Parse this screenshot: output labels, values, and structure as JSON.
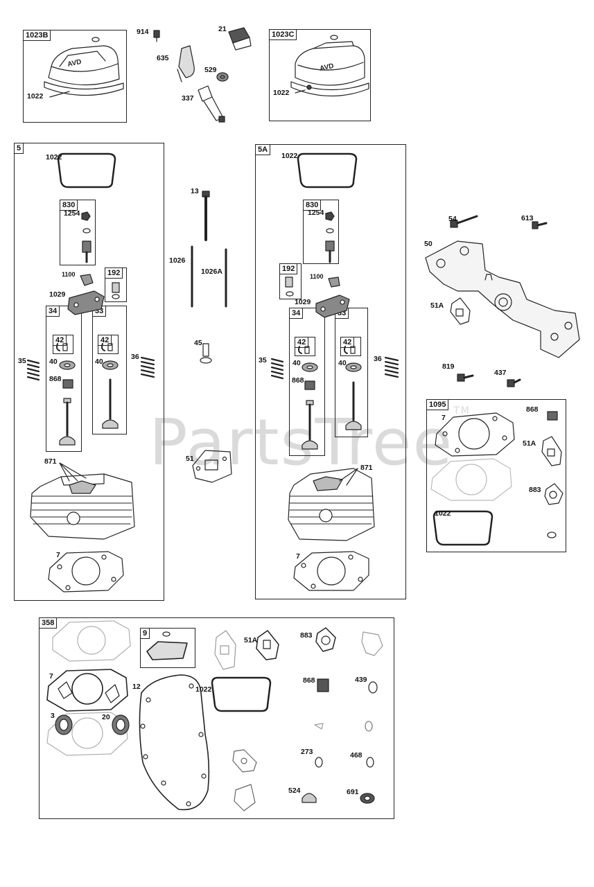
{
  "watermark": {
    "text": "PartsTree",
    "tm": "TM"
  },
  "boxes": {
    "b1023B": "1023B",
    "b1023C": "1023C",
    "b5": "5",
    "b5A": "5A",
    "b830a": "830",
    "b192a": "192",
    "b34a": "34",
    "b33a": "33",
    "b42a": "42",
    "b42b": "42",
    "b830b": "830",
    "b192b": "192",
    "b34b": "34",
    "b33b": "33",
    "b42c": "42",
    "b42d": "42",
    "b1095": "1095",
    "b358": "358",
    "b9": "9"
  },
  "labels": {
    "l914": "914",
    "l21": "21",
    "l635": "635",
    "l529": "529",
    "l337": "337",
    "l1022a": "1022",
    "l1022b": "1022",
    "l1022c": "1022",
    "l1254a": "1254",
    "l1100a": "1100",
    "l1029a": "1029",
    "l35a": "35",
    "l40a": "40",
    "l40b": "40",
    "l868a": "868",
    "l36a": "36",
    "l871a": "871",
    "l7a": "7",
    "l13": "13",
    "l1026": "1026",
    "l1026A": "1026A",
    "l45": "45",
    "l51": "51",
    "l1022d": "1022",
    "l1254b": "1254",
    "l1100b": "1100",
    "l1029b": "1029",
    "l35b": "35",
    "l40c": "40",
    "l40d": "40",
    "l868b": "868",
    "l36b": "36",
    "l871b": "871",
    "l7b": "7",
    "l54": "54",
    "l613": "613",
    "l50": "50",
    "l51Aa": "51A",
    "l819": "819",
    "l437": "437",
    "l7c": "7",
    "l868c": "868",
    "l51Ab": "51A",
    "l883a": "883",
    "l1022e": "1022",
    "l7d": "7",
    "l12": "12",
    "l1022f": "1022",
    "l51Ac": "51A",
    "l883b": "883",
    "l868d": "868",
    "l439": "439",
    "l273": "273",
    "l468": "468",
    "l3": "3",
    "l20": "20",
    "l524": "524",
    "l691": "691"
  }
}
